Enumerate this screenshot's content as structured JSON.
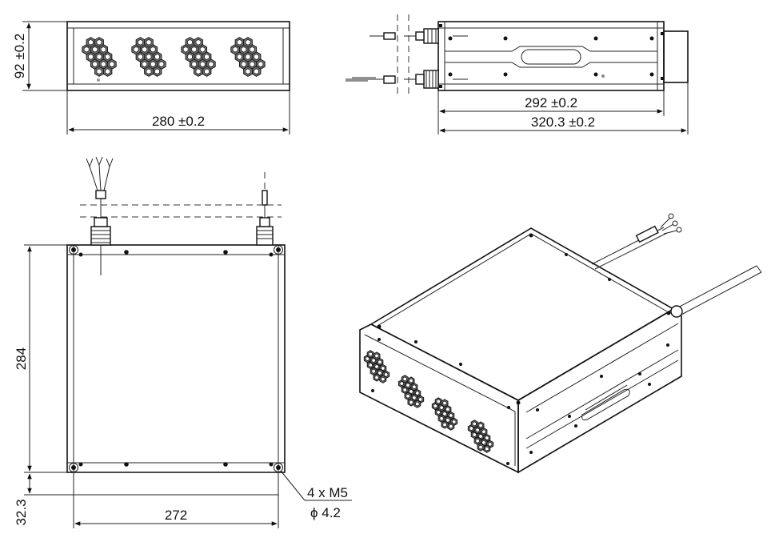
{
  "figure": {
    "title": "",
    "dimensions": {
      "front_height": "92 ±0.2",
      "front_width": "280 ±0.2",
      "side_inner_length": "292 ±0.2",
      "side_total_length": "320.3 ±0.2",
      "top_depth": "284",
      "top_width": "272",
      "top_offset": "32.3",
      "hole_note_line1": "4 x  M5",
      "hole_note_line2": "ϕ 4.2"
    },
    "views": [
      "front-view",
      "side-view",
      "top-view",
      "isometric-view"
    ]
  }
}
